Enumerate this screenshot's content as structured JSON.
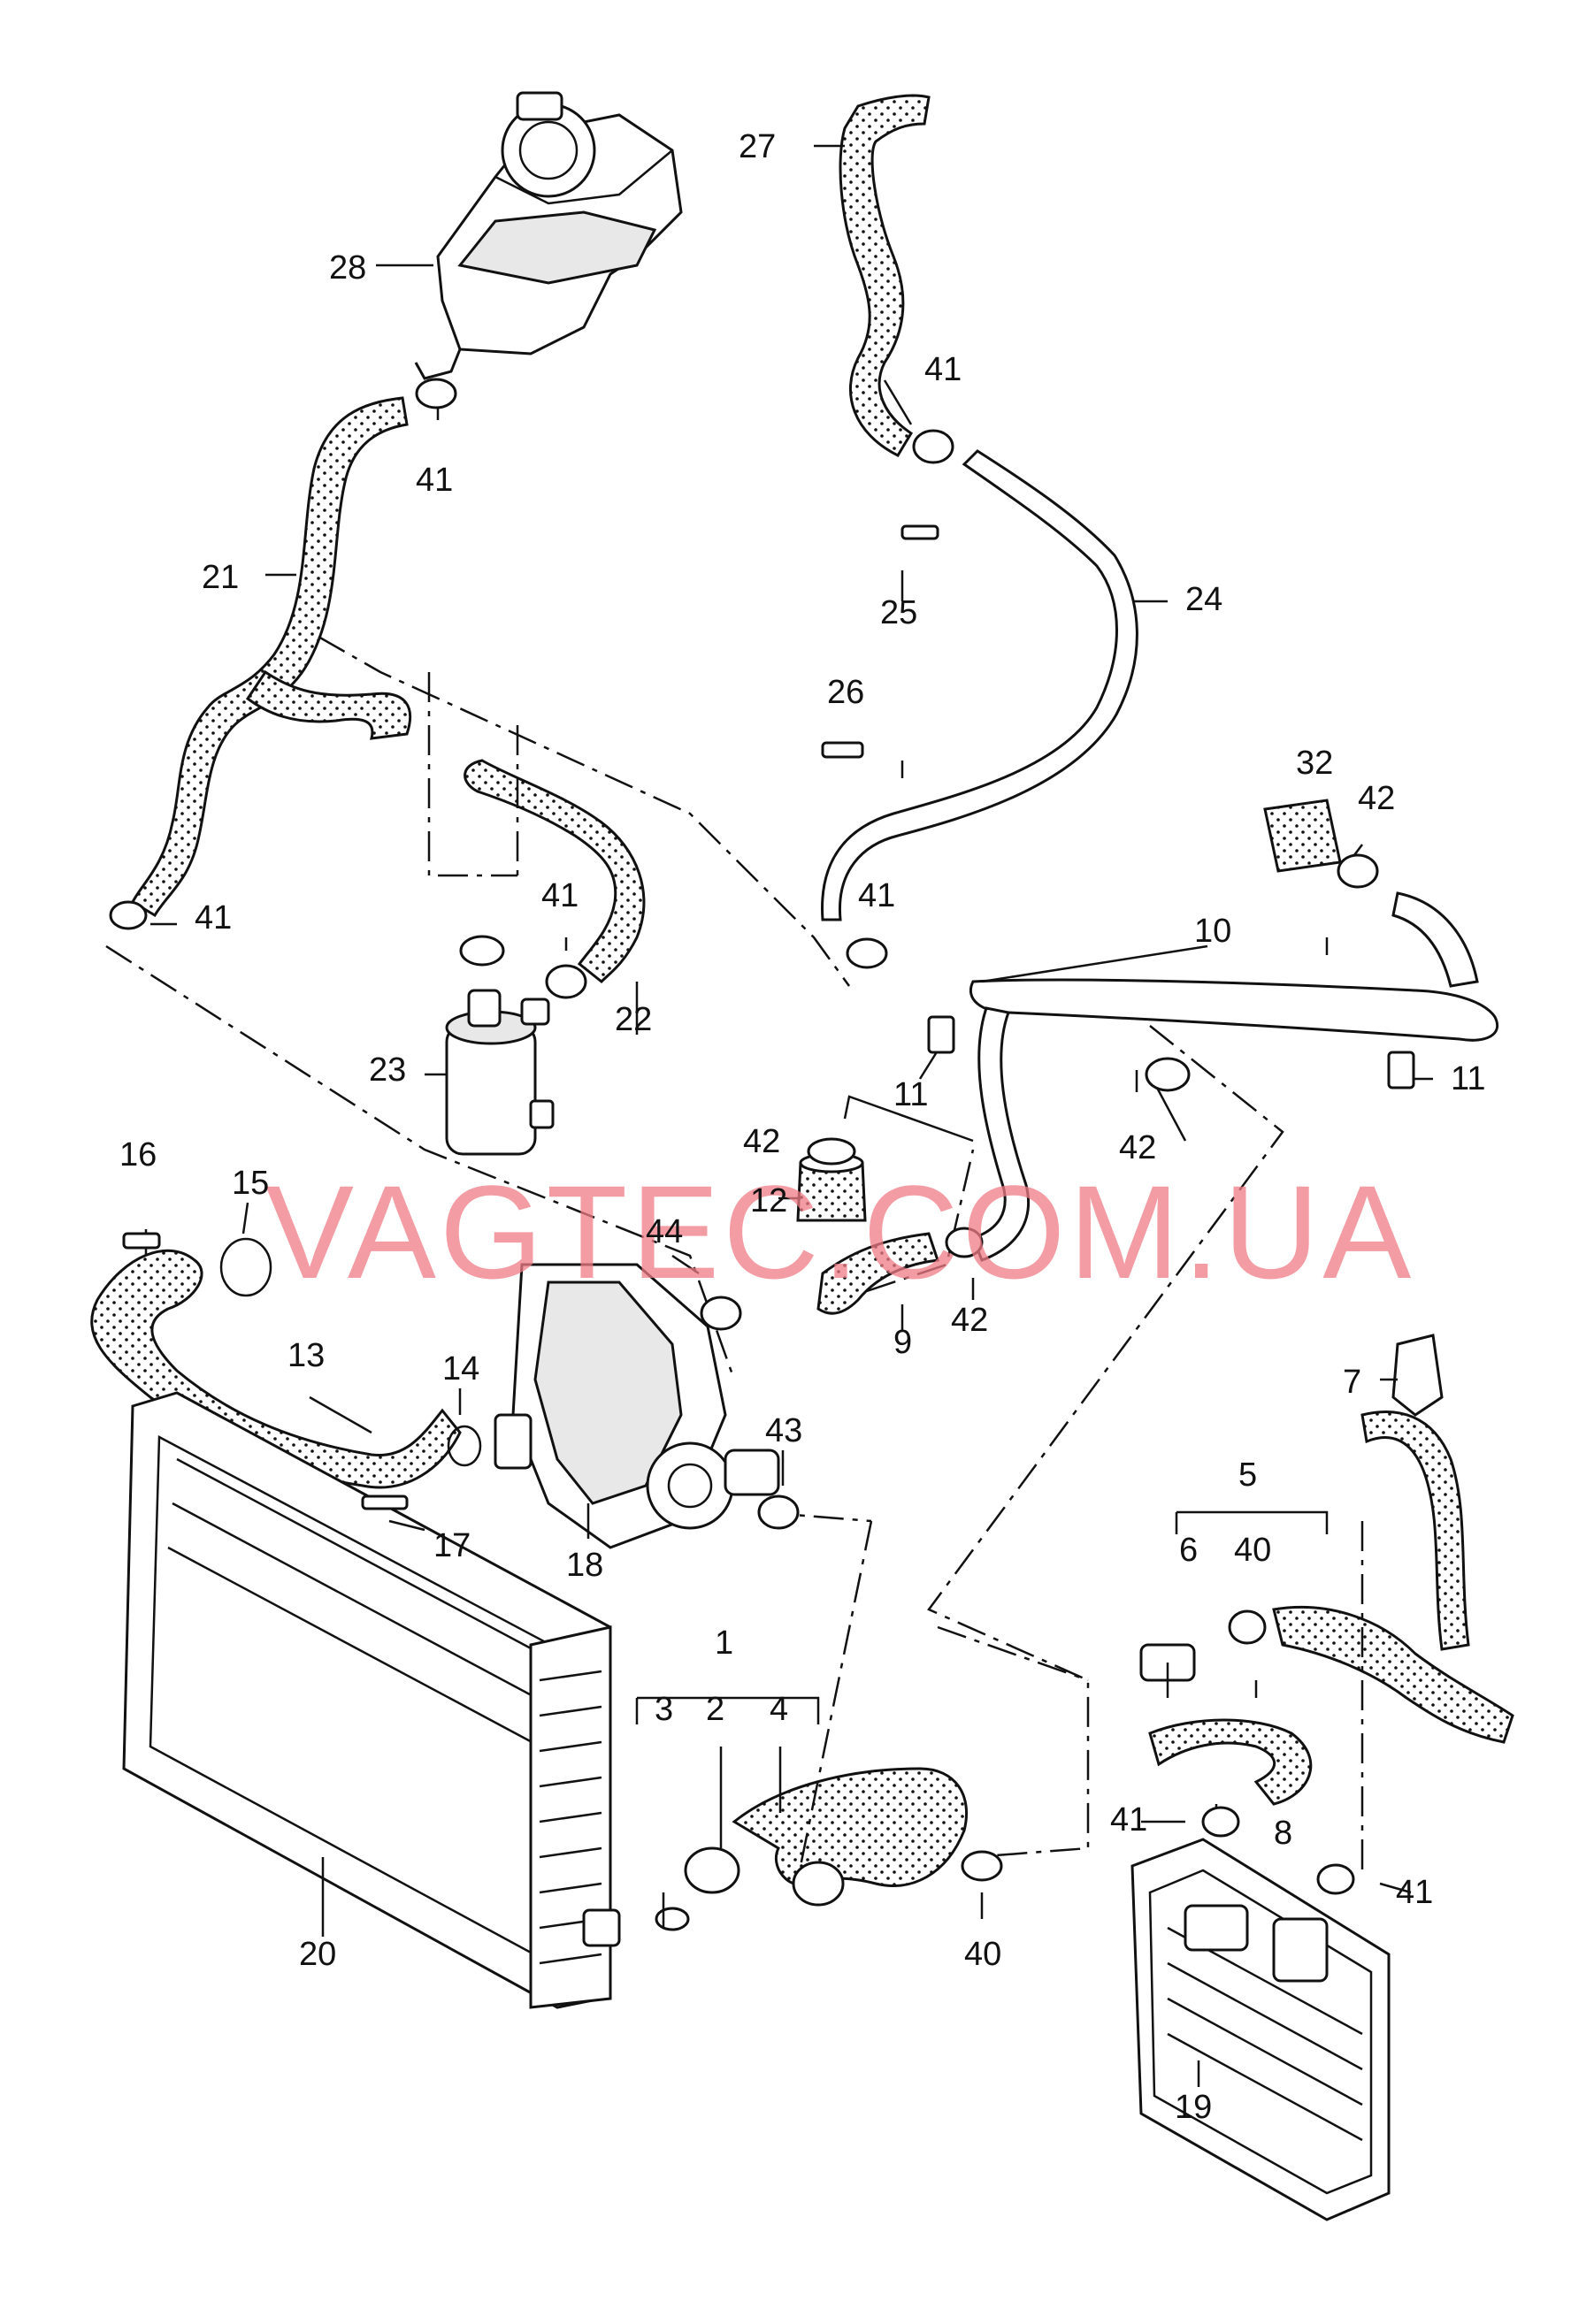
{
  "watermark": "VAGTEC.COM.UA",
  "labels": {
    "n1": "1",
    "n2": "2",
    "n3": "3",
    "n4": "4",
    "n5": "5",
    "n6": "6",
    "n7": "7",
    "n8": "8",
    "n9": "9",
    "n10": "10",
    "n11a": "11",
    "n11b": "11",
    "n12": "12",
    "n13": "13",
    "n14": "14",
    "n15": "15",
    "n16": "16",
    "n17": "17",
    "n18": "18",
    "n19": "19",
    "n20": "20",
    "n21": "21",
    "n22": "22",
    "n23": "23",
    "n24": "24",
    "n25": "25",
    "n26": "26",
    "n27": "27",
    "n28": "28",
    "n32": "32",
    "n40a": "40",
    "n40b": "40",
    "n41a": "41",
    "n41b": "41",
    "n41c": "41",
    "n41d": "41",
    "n41e": "41",
    "n41f": "41",
    "n41g": "41",
    "n42a": "42",
    "n42b": "42",
    "n42c": "42",
    "n42d": "42",
    "n43": "43",
    "n44": "44"
  }
}
